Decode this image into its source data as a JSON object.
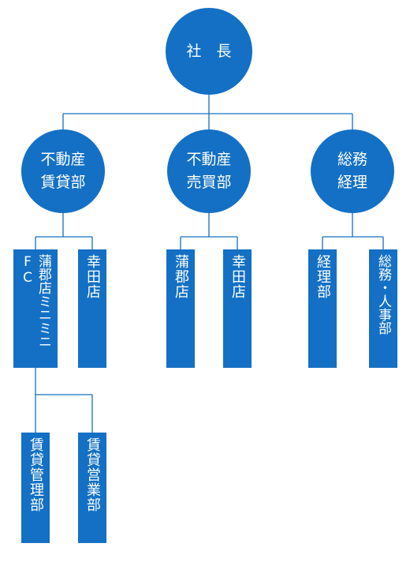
{
  "colors": {
    "node": "#1470c4",
    "line": "#1470c4",
    "background": "#ffffff"
  },
  "ceo": {
    "label": "社　長"
  },
  "departments": [
    {
      "id": "rental",
      "label": "不動産\n賃貸部"
    },
    {
      "id": "sales",
      "label": "不動産\n売買部"
    },
    {
      "id": "admin",
      "label": "総務\n経理"
    }
  ],
  "branches": {
    "rental_kamagori": "蒲郡店ミニミニFC",
    "rental_koda": "幸田店",
    "sales_kamagori": "蒲郡店",
    "sales_koda": "幸田店",
    "admin_accounting": "経理部",
    "admin_hr": "総務・人事部"
  },
  "sub_units": {
    "rental_management": "賃貸管理部",
    "rental_sales": "賃貸営業部"
  }
}
